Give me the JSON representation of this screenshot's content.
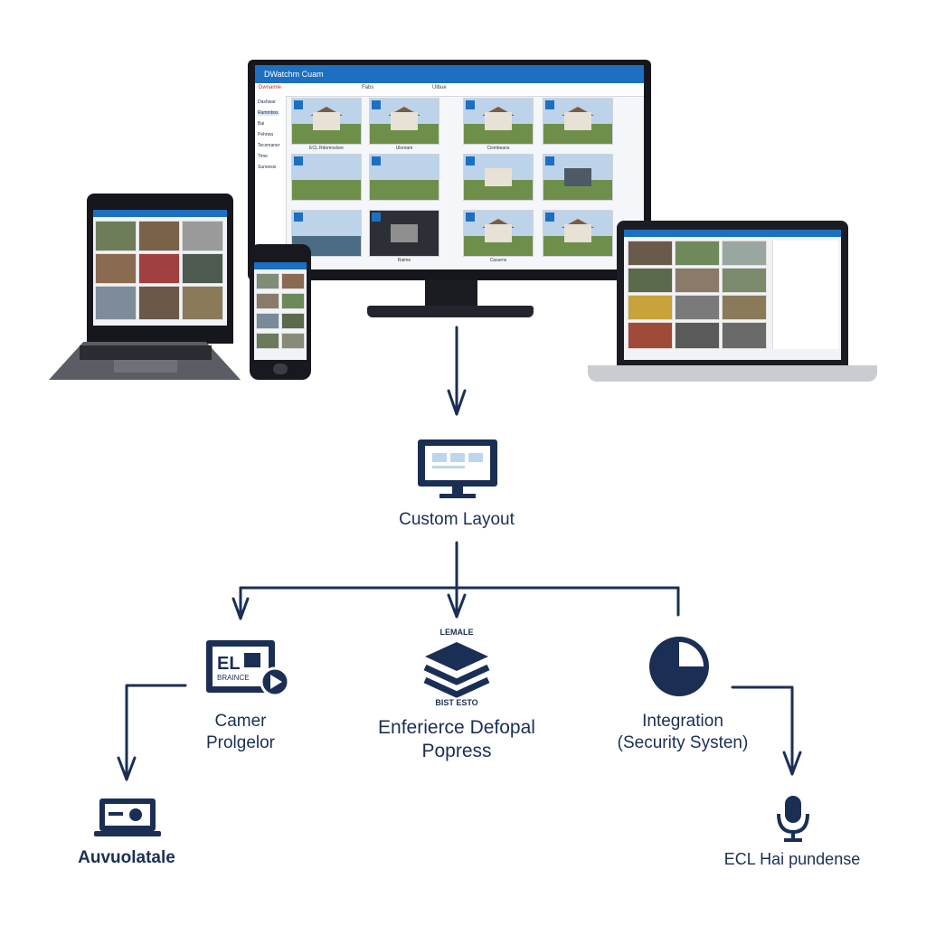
{
  "monitor": {
    "window_title": "DWatchm Cuam",
    "toolbar": [
      "Dwnamle",
      "Fabs",
      "Ulbue"
    ],
    "sidebar": [
      "Dashwar",
      "Rammbos",
      "Bai",
      "Pehrwa",
      "Tecsmaner",
      "Time",
      "Sunvesis"
    ],
    "tile_captions": [
      "ECL Rdomnslore",
      "Ulsrnam",
      "Cismbeans",
      "",
      "",
      "",
      "",
      "",
      "",
      "",
      "Raime",
      "Casurns"
    ]
  },
  "diagram": {
    "center_node": "Custom Layout",
    "left_node": [
      "Camer",
      "Prolgelor"
    ],
    "middle_node": [
      "Enferierce Defopal",
      "Popress"
    ],
    "middle_icon_top": "LEMALE",
    "middle_icon_bottom": "BIST ESTO",
    "right_node": [
      "Integration",
      "(Security Systen)"
    ],
    "left_leaf": "Auvuolatale",
    "right_leaf": "ECL Hai pundense",
    "camera_icon_text": "EL",
    "camera_icon_subtext": "BRAINCE"
  },
  "colors": {
    "navy": "#1b2f55",
    "accent": "#1d6fc2"
  }
}
